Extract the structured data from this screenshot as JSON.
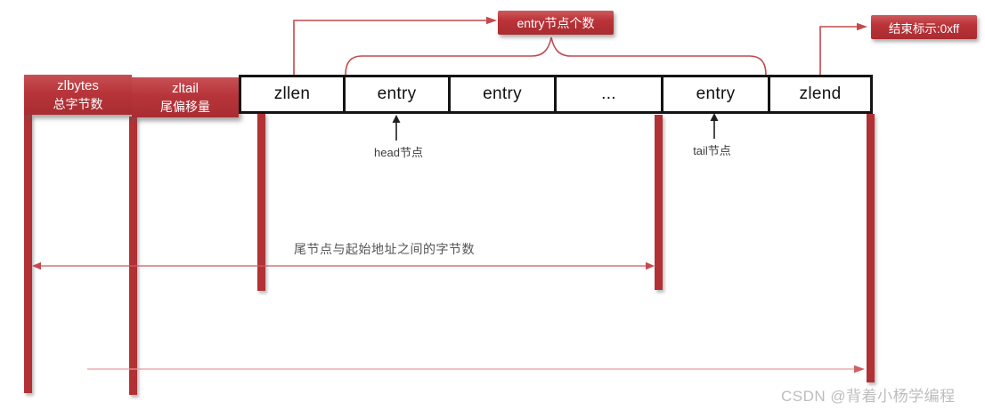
{
  "diagram": {
    "fields": [
      {
        "label": "zlbytes",
        "sublabel": "总字节数"
      },
      {
        "label": "zltail",
        "sublabel": "尾偏移量"
      },
      {
        "label": "zllen"
      },
      {
        "label": "entry"
      },
      {
        "label": "entry"
      },
      {
        "label": "..."
      },
      {
        "label": "entry"
      },
      {
        "label": "zlend"
      }
    ],
    "callouts": {
      "entry_count": "entry节点个数",
      "end_marker": "结束标示:0xff"
    },
    "annotations": {
      "head_node": "head节点",
      "tail_node": "tail节点",
      "tail_offset_span": "尾节点与起始地址之间的字节数"
    },
    "watermark": "CSDN @背着小杨学编程",
    "colors": {
      "accent_red": "#b23135",
      "callout_red": "#bb3338",
      "connector_red": "#c4494d",
      "span_arrow_red": "#ca5c60",
      "total_line_pink": "#e59b9d",
      "box_border_black": "#141414"
    }
  }
}
